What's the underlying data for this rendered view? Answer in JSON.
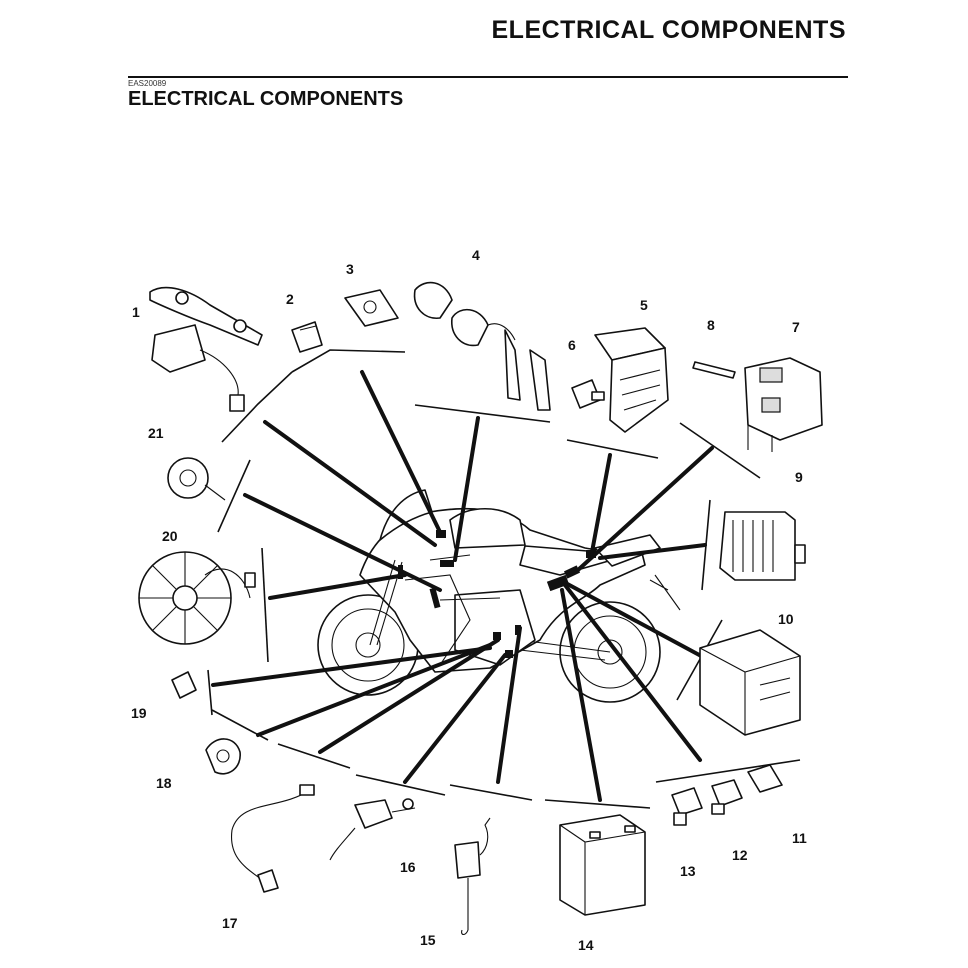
{
  "header": {
    "title": "ELECTRICAL COMPONENTS",
    "doc_code": "EAS20089",
    "section_title": "ELECTRICAL COMPONENTS"
  },
  "callouts": [
    "1",
    "2",
    "3",
    "4",
    "5",
    "6",
    "7",
    "8",
    "9",
    "10",
    "11",
    "12",
    "13",
    "14",
    "15",
    "16",
    "17",
    "18",
    "19",
    "20",
    "21"
  ]
}
